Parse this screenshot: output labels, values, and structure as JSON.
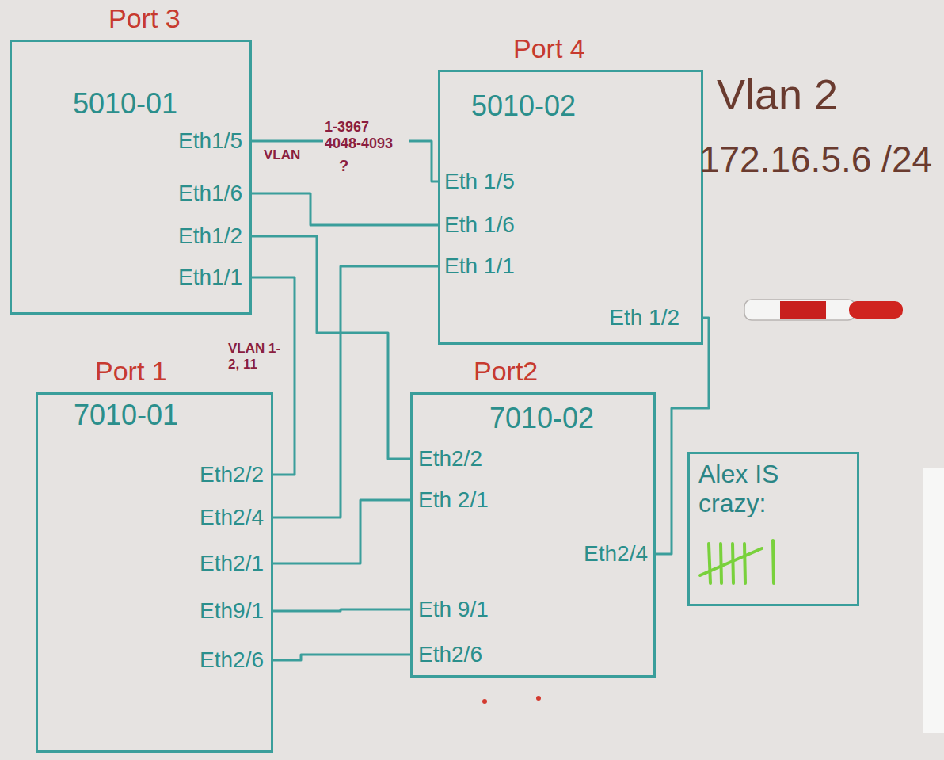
{
  "diagram": {
    "nodes": [
      {
        "text": [
          "Port 3",
          "5010-01",
          "Eth1/5",
          "Eth1/6",
          "Eth1/2",
          "Eth1/1"
        ]
      },
      {
        "text": [
          "Port 4",
          "5010-02",
          "Eth 1/5",
          "Eth 1/6",
          "Eth 1/1",
          "Eth 1/2"
        ]
      },
      {
        "text": [
          "Port 1",
          "7010-01",
          "Eth2/2",
          "Eth2/4",
          "Eth2/1",
          "Eth9/1",
          "Eth2/6"
        ]
      },
      {
        "text": [
          "Port2",
          "7010-02",
          "Eth2/2",
          "Eth 2/1",
          "Eth2/4",
          "Eth 9/1",
          "Eth2/6"
        ]
      },
      {
        "text": [
          "Alex IS crazy:"
        ]
      }
    ],
    "edges": [
      {
        "from": 0,
        "to": 1,
        "arrow": "none",
        "label": "1-3967 4048-4093"
      },
      {
        "from": 0,
        "to": 1,
        "arrow": "none"
      },
      {
        "from": 0,
        "to": 3,
        "arrow": "none"
      },
      {
        "from": 2,
        "to": 0,
        "arrow": "none"
      },
      {
        "from": 2,
        "to": 1,
        "arrow": "none"
      },
      {
        "from": 2,
        "to": 3,
        "arrow": "none"
      },
      {
        "from": 2,
        "to": 3,
        "arrow": "none"
      },
      {
        "from": 2,
        "to": 3,
        "arrow": "none"
      },
      {
        "from": 1,
        "to": 3,
        "arrow": "none"
      }
    ],
    "labels": [
      "VLAN",
      "?",
      "VLAN 1-2, 11",
      "Vlan 2",
      "172.16.5.6 /24"
    ]
  }
}
